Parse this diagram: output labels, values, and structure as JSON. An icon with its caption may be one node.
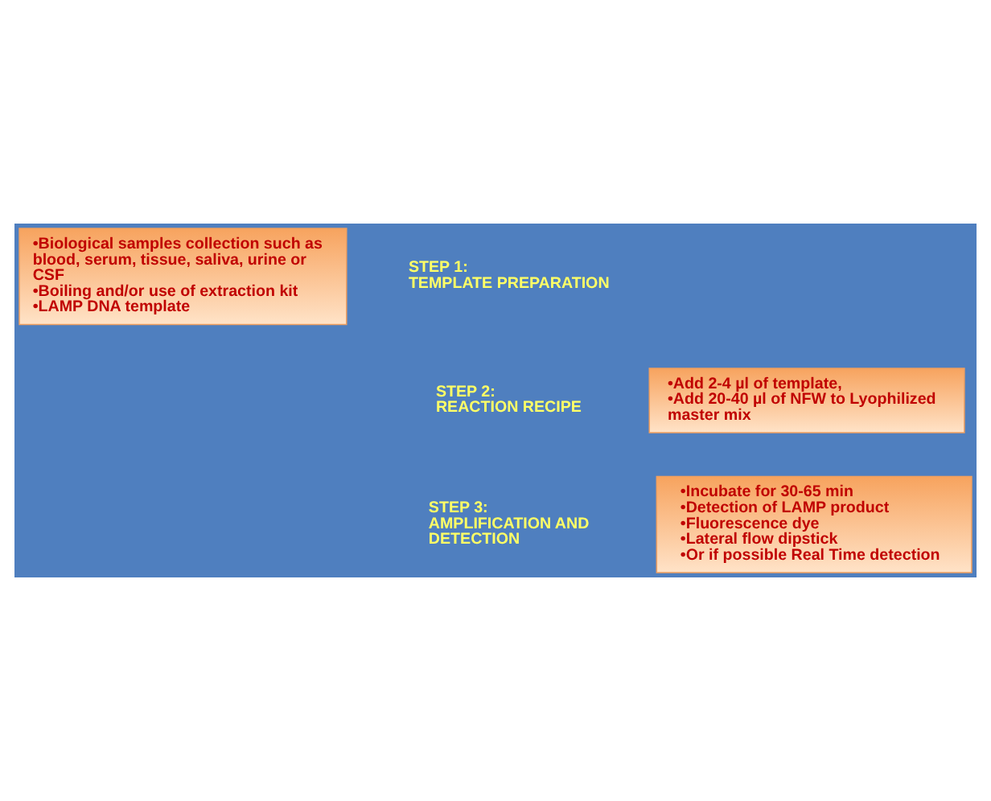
{
  "diagram": {
    "nodes": [
      {
        "text": [
          "•Biological samples collection such as blood, serum, tissue, saliva, urine or CSF",
          "•Boiling and/or use of extraction kit",
          "•LAMP DNA template"
        ],
        "beside": [
          "STEP 1:",
          "TEMPLATE PREPARATION"
        ]
      },
      {
        "text": [
          "•Add 2-4 µl of template,",
          "•Add 20-40 µl of NFW to Lyophilized master mix"
        ],
        "beside": [
          "STEP 2:",
          "REACTION RECIPE"
        ]
      },
      {
        "text": [
          "•Incubate for 30-65 min",
          "•Detection of LAMP product",
          "•Fluorescence dye",
          "•Lateral flow dipstick",
          "•Or if possible Real Time detection"
        ],
        "beside": [
          "STEP 3:",
          "AMPLIFICATION AND DETECTION"
        ]
      }
    ]
  }
}
